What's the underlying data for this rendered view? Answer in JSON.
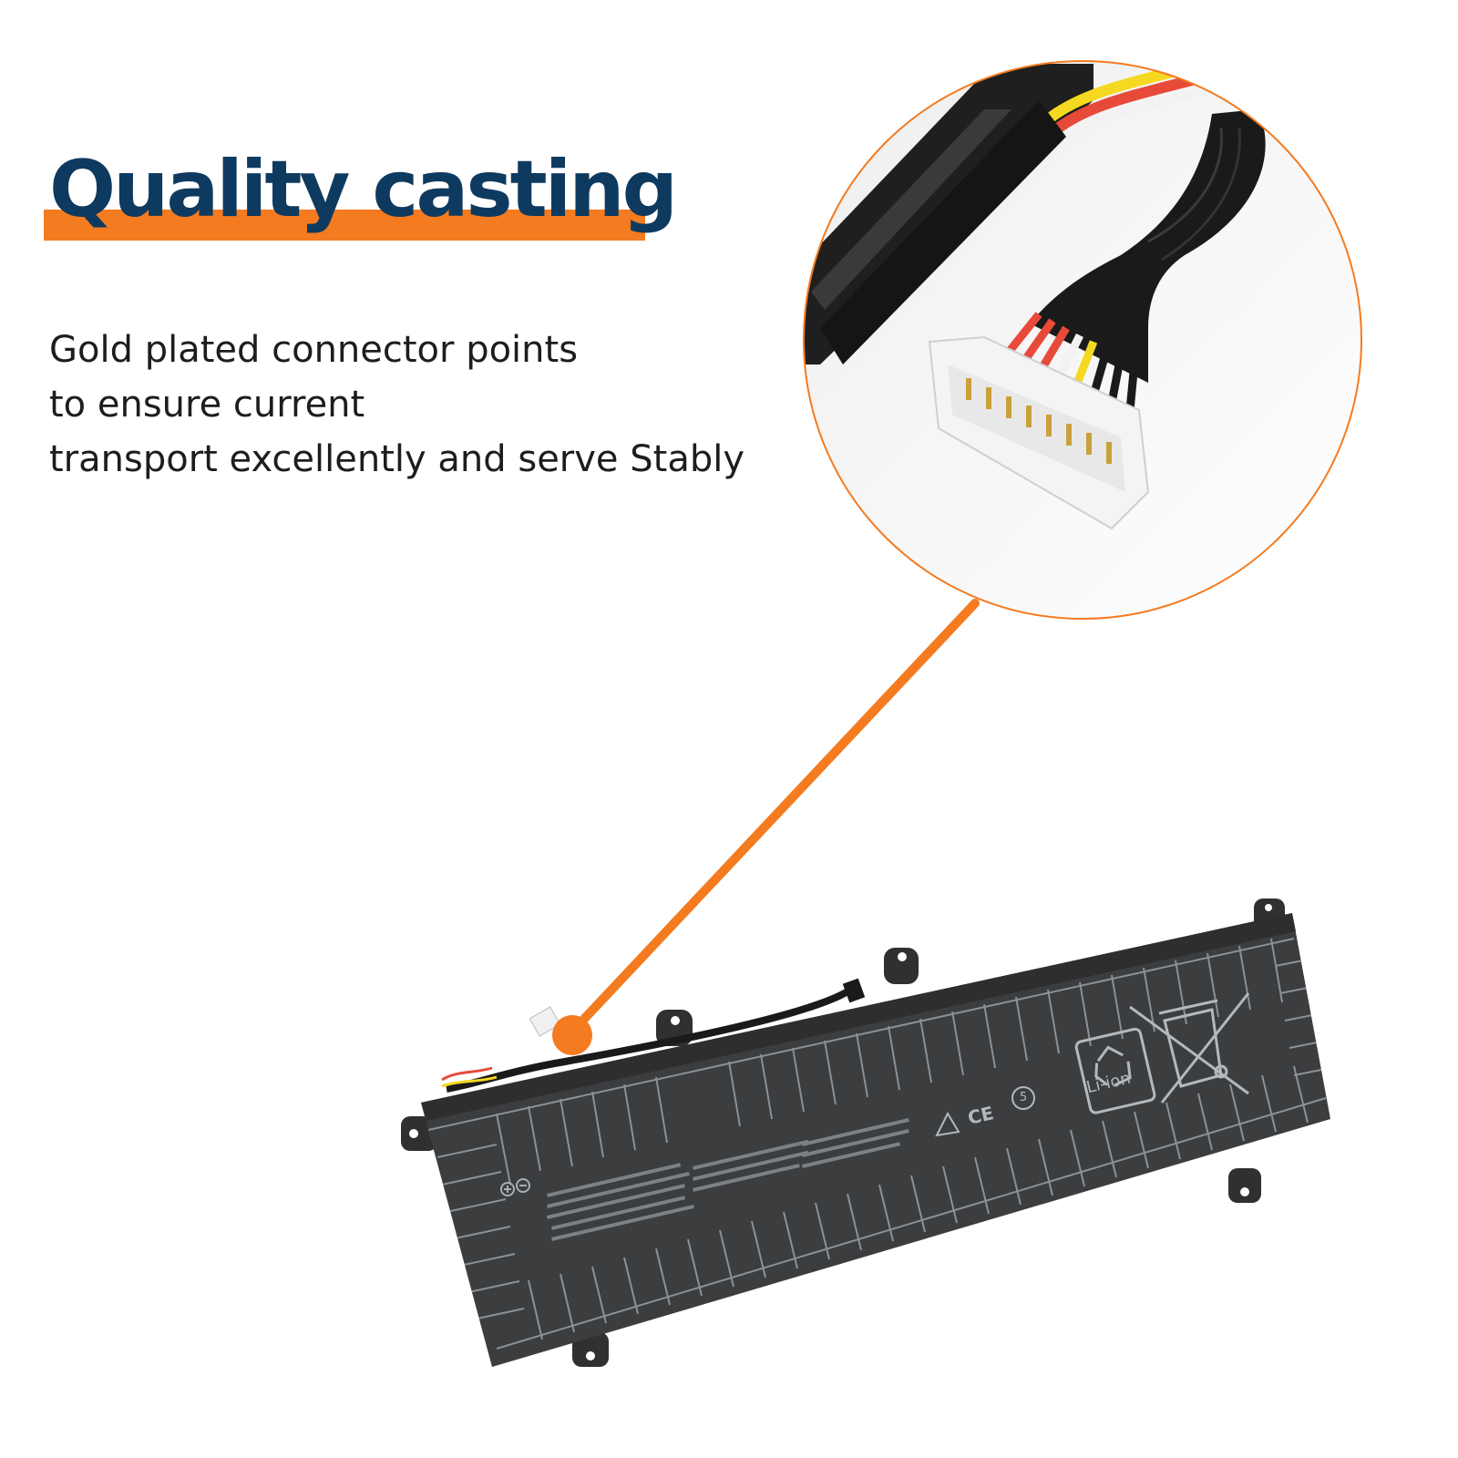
{
  "heading": {
    "title": "Quality casting"
  },
  "description": {
    "lines": [
      "Gold plated connector points",
      "to ensure current",
      "transport excellently and serve Stably"
    ]
  },
  "battery_label": {
    "li_ion": "Li-ion",
    "ce": "CE",
    "circle_five": "5"
  },
  "colors": {
    "title_text": "#0f3a5f",
    "accent_orange": "#f47b20",
    "battery_body": "#3b3d3f",
    "grid_lines": "#9aa0a6"
  },
  "icons": {
    "recycle": "recycle-icon",
    "weee_bin": "crossed-bin-icon",
    "warning": "warning-triangle-icon",
    "polarity": "plus-minus-icon"
  }
}
